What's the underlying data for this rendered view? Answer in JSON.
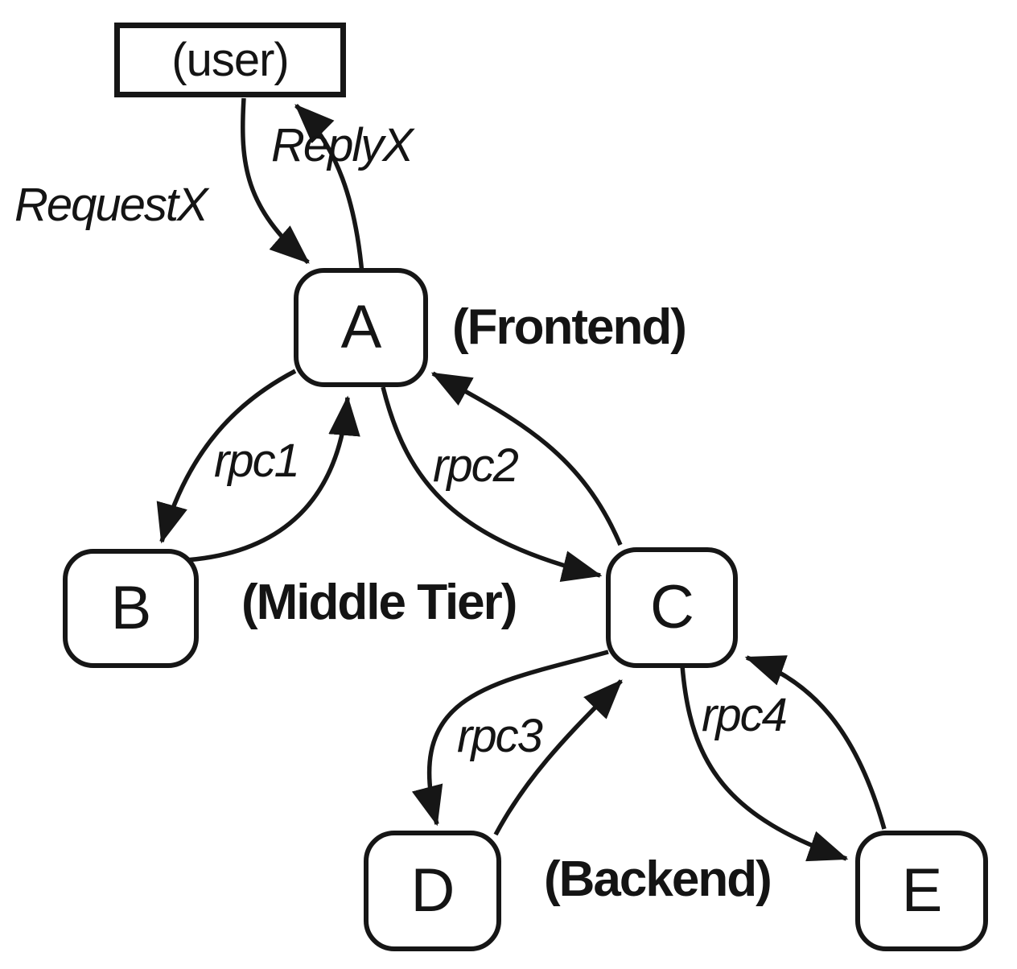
{
  "title": "RPC call tree diagram",
  "colors": {
    "background": "#ffffff",
    "ink": "#161616"
  },
  "nodes": [
    {
      "id": "user",
      "label": "(user)",
      "shape": "rectangle"
    },
    {
      "id": "A",
      "label": "A",
      "shape": "rounded-square",
      "tier_label": "(Frontend)"
    },
    {
      "id": "B",
      "label": "B",
      "shape": "rounded-square"
    },
    {
      "id": "C",
      "label": "C",
      "shape": "rounded-square",
      "tier_label": "(Middle Tier)"
    },
    {
      "id": "D",
      "label": "D",
      "shape": "rounded-square",
      "tier_label": "(Backend)"
    },
    {
      "id": "E",
      "label": "E",
      "shape": "rounded-square"
    }
  ],
  "edges": [
    {
      "id": "request",
      "from": "user",
      "to": "A",
      "label": "RequestX"
    },
    {
      "id": "reply",
      "from": "A",
      "to": "user",
      "label": "ReplyX"
    },
    {
      "id": "rpc1",
      "from": "A",
      "to": "B",
      "label": "rpc1"
    },
    {
      "id": "rpc1-return",
      "from": "B",
      "to": "A",
      "label": ""
    },
    {
      "id": "rpc2",
      "from": "A",
      "to": "C",
      "label": "rpc2"
    },
    {
      "id": "rpc2-return",
      "from": "C",
      "to": "A",
      "label": ""
    },
    {
      "id": "rpc3",
      "from": "C",
      "to": "D",
      "label": "rpc3"
    },
    {
      "id": "rpc3-return",
      "from": "D",
      "to": "C",
      "label": ""
    },
    {
      "id": "rpc4",
      "from": "C",
      "to": "E",
      "label": "rpc4"
    },
    {
      "id": "rpc4-return",
      "from": "E",
      "to": "C",
      "label": ""
    }
  ]
}
